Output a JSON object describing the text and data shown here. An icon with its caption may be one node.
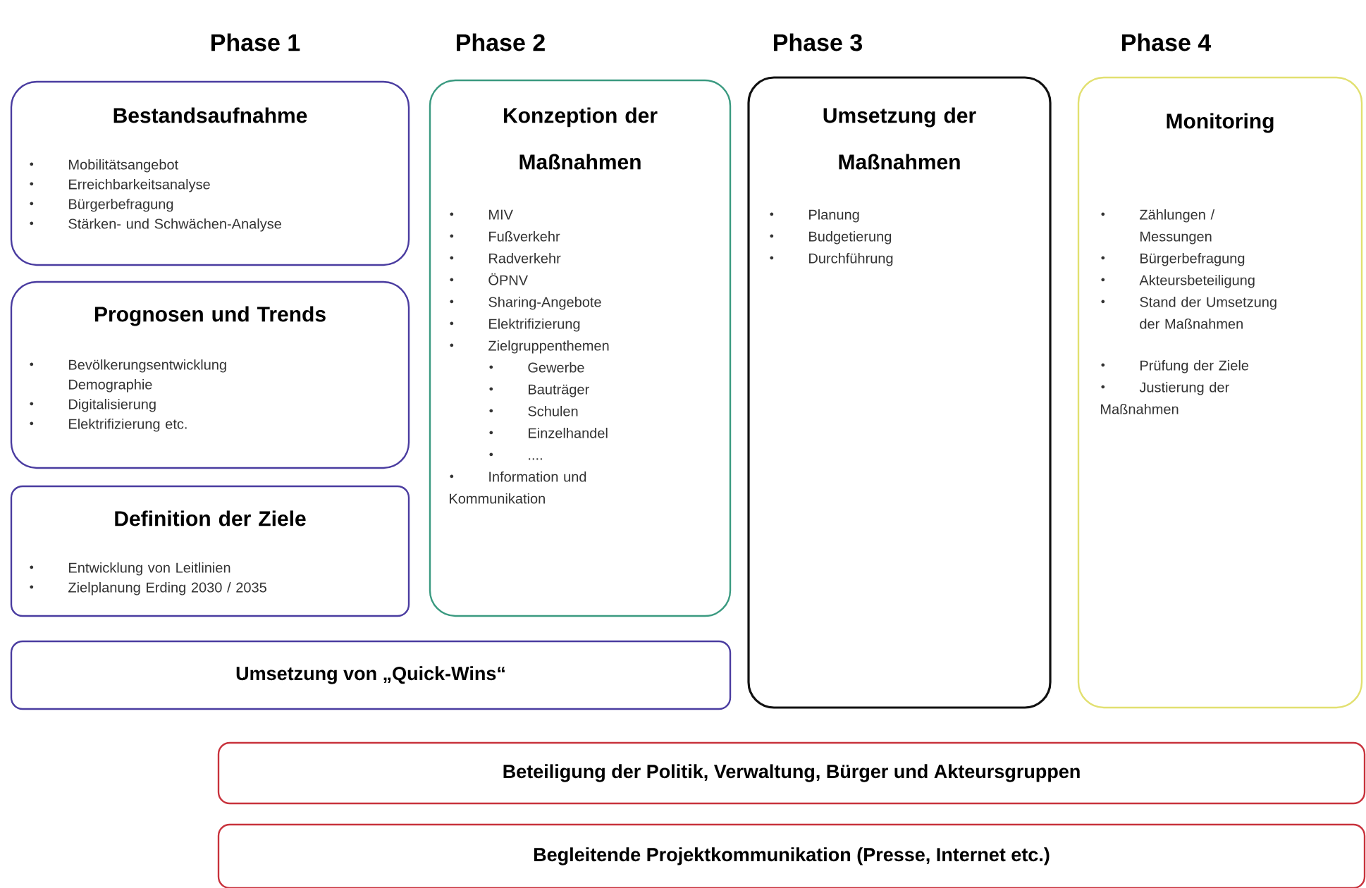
{
  "diagram": {
    "nodes": [
      {
        "text": [
          "Bestandsaufnahme",
          "Mobilitätsangebot",
          "Erreichbarkeitsanalyse",
          "Bürgerbefragung",
          "Stärken- und Schwächen-Analyse"
        ]
      },
      {
        "text": [
          "Prognosen und Trends",
          "Bevölkerungsentwicklung Demographie",
          "Digitalisierung",
          "Elektrifizierung etc."
        ]
      },
      {
        "text": [
          "Definition der Ziele",
          "Entwicklung von Leitlinien",
          "Zielplanung Erding 2030 / 2035"
        ]
      },
      {
        "text": [
          "Konzeption der Maßnahmen",
          "MIV",
          "Fußverkehr",
          "Radverkehr",
          "ÖPNV",
          "Sharing-Angebote",
          "Elektrifizierung",
          "Zielgruppenthemen",
          "Gewerbe",
          "Bauträger",
          "Schulen",
          "Einzelhandel",
          "....",
          "Information und Kommunikation"
        ]
      },
      {
        "text": [
          "Umsetzung der Maßnahmen",
          "Planung",
          "Budgetierung",
          "Durchführung"
        ]
      },
      {
        "text": [
          "Monitoring",
          "Zählungen / Messungen",
          "Bürgerbefragung",
          "Akteursbeteiligung",
          "Stand der Umsetzung der Maßnahmen",
          "Prüfung der Ziele",
          "Justierung der Maßnahmen"
        ]
      },
      {
        "text": [
          "Umsetzung von „Quick-Wins“"
        ]
      },
      {
        "text": [
          "Beteiligung der Politik, Verwaltung, Bürger und Akteursgruppen"
        ]
      },
      {
        "text": [
          "Begleitende Projektkommunikation (Presse, Internet etc.)"
        ]
      }
    ],
    "labels": [
      "Phase 1",
      "Phase 2",
      "Phase 3",
      "Phase 4"
    ]
  }
}
